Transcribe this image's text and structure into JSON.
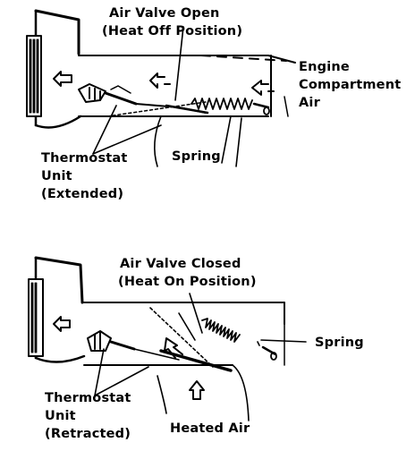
{
  "diagram": {
    "top_panel": {
      "valve_title": "Air Valve Open",
      "valve_subtitle": "(Heat Off Position)",
      "engine_line1": "Engine",
      "engine_line2": "Compartment",
      "engine_line3": "Air",
      "spring": "Spring",
      "thermostat_line1": "Thermostat",
      "thermostat_line2": "Unit",
      "thermostat_line3": "(Extended)"
    },
    "bottom_panel": {
      "valve_title": "Air Valve Closed",
      "valve_subtitle": "(Heat On Position)",
      "spring": "Spring",
      "thermostat_line1": "Thermostat",
      "thermostat_line2": "Unit",
      "thermostat_line3": "(Retracted)",
      "heated_air": "Heated Air"
    }
  }
}
